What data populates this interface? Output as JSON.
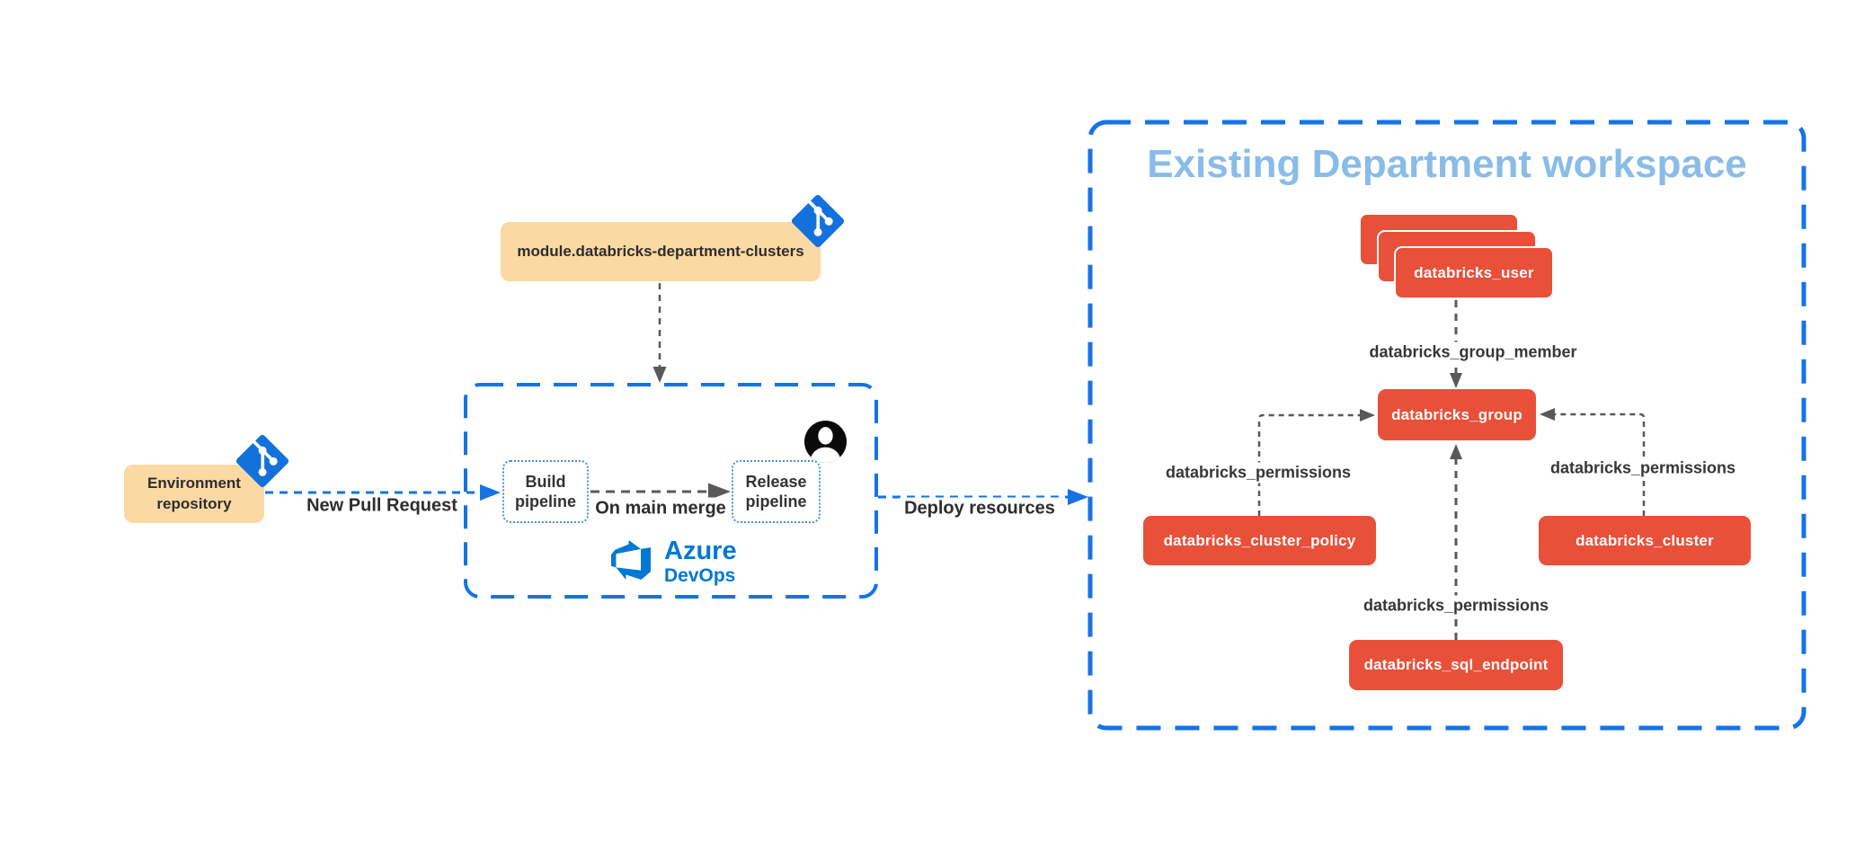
{
  "module_repo": {
    "label": "module.databricks-department-clusters"
  },
  "environment_repo": {
    "line1": "Environment",
    "line2": "repository"
  },
  "azure_devops": {
    "build_pipeline": {
      "line1": "Build",
      "line2": "pipeline"
    },
    "release_pipeline": {
      "line1": "Release",
      "line2": "pipeline"
    },
    "logo": {
      "line1": "Azure",
      "line2": "DevOps"
    }
  },
  "flows": {
    "new_pull_request": "New Pull Request",
    "on_main_merge": "On main merge",
    "deploy_resources": "Deploy resources"
  },
  "workspace": {
    "title": "Existing Department workspace",
    "nodes": {
      "user": "databricks_user",
      "group": "databricks_group",
      "cluster_policy": "databricks_cluster_policy",
      "cluster": "databricks_cluster",
      "sql_endpoint": "databricks_sql_endpoint"
    },
    "edges": {
      "group_member": "databricks_group_member",
      "permissions_left": "databricks_permissions",
      "permissions_right": "databricks_permissions",
      "permissions_bottom": "databricks_permissions"
    },
    "user_stack_layers": 3
  },
  "icons": {
    "git_icon": "git-branch-diamond",
    "person_icon": "user-avatar",
    "azure_devops_icon": "azure-devops-shield"
  },
  "colors": {
    "accent_blue": "#1673E6",
    "node_red": "#E8503A",
    "repo_tan": "#FBD9A2",
    "title_blue": "#89BCE8",
    "connector_gray": "#595959",
    "azure_logo_blue": "#0078D4"
  }
}
